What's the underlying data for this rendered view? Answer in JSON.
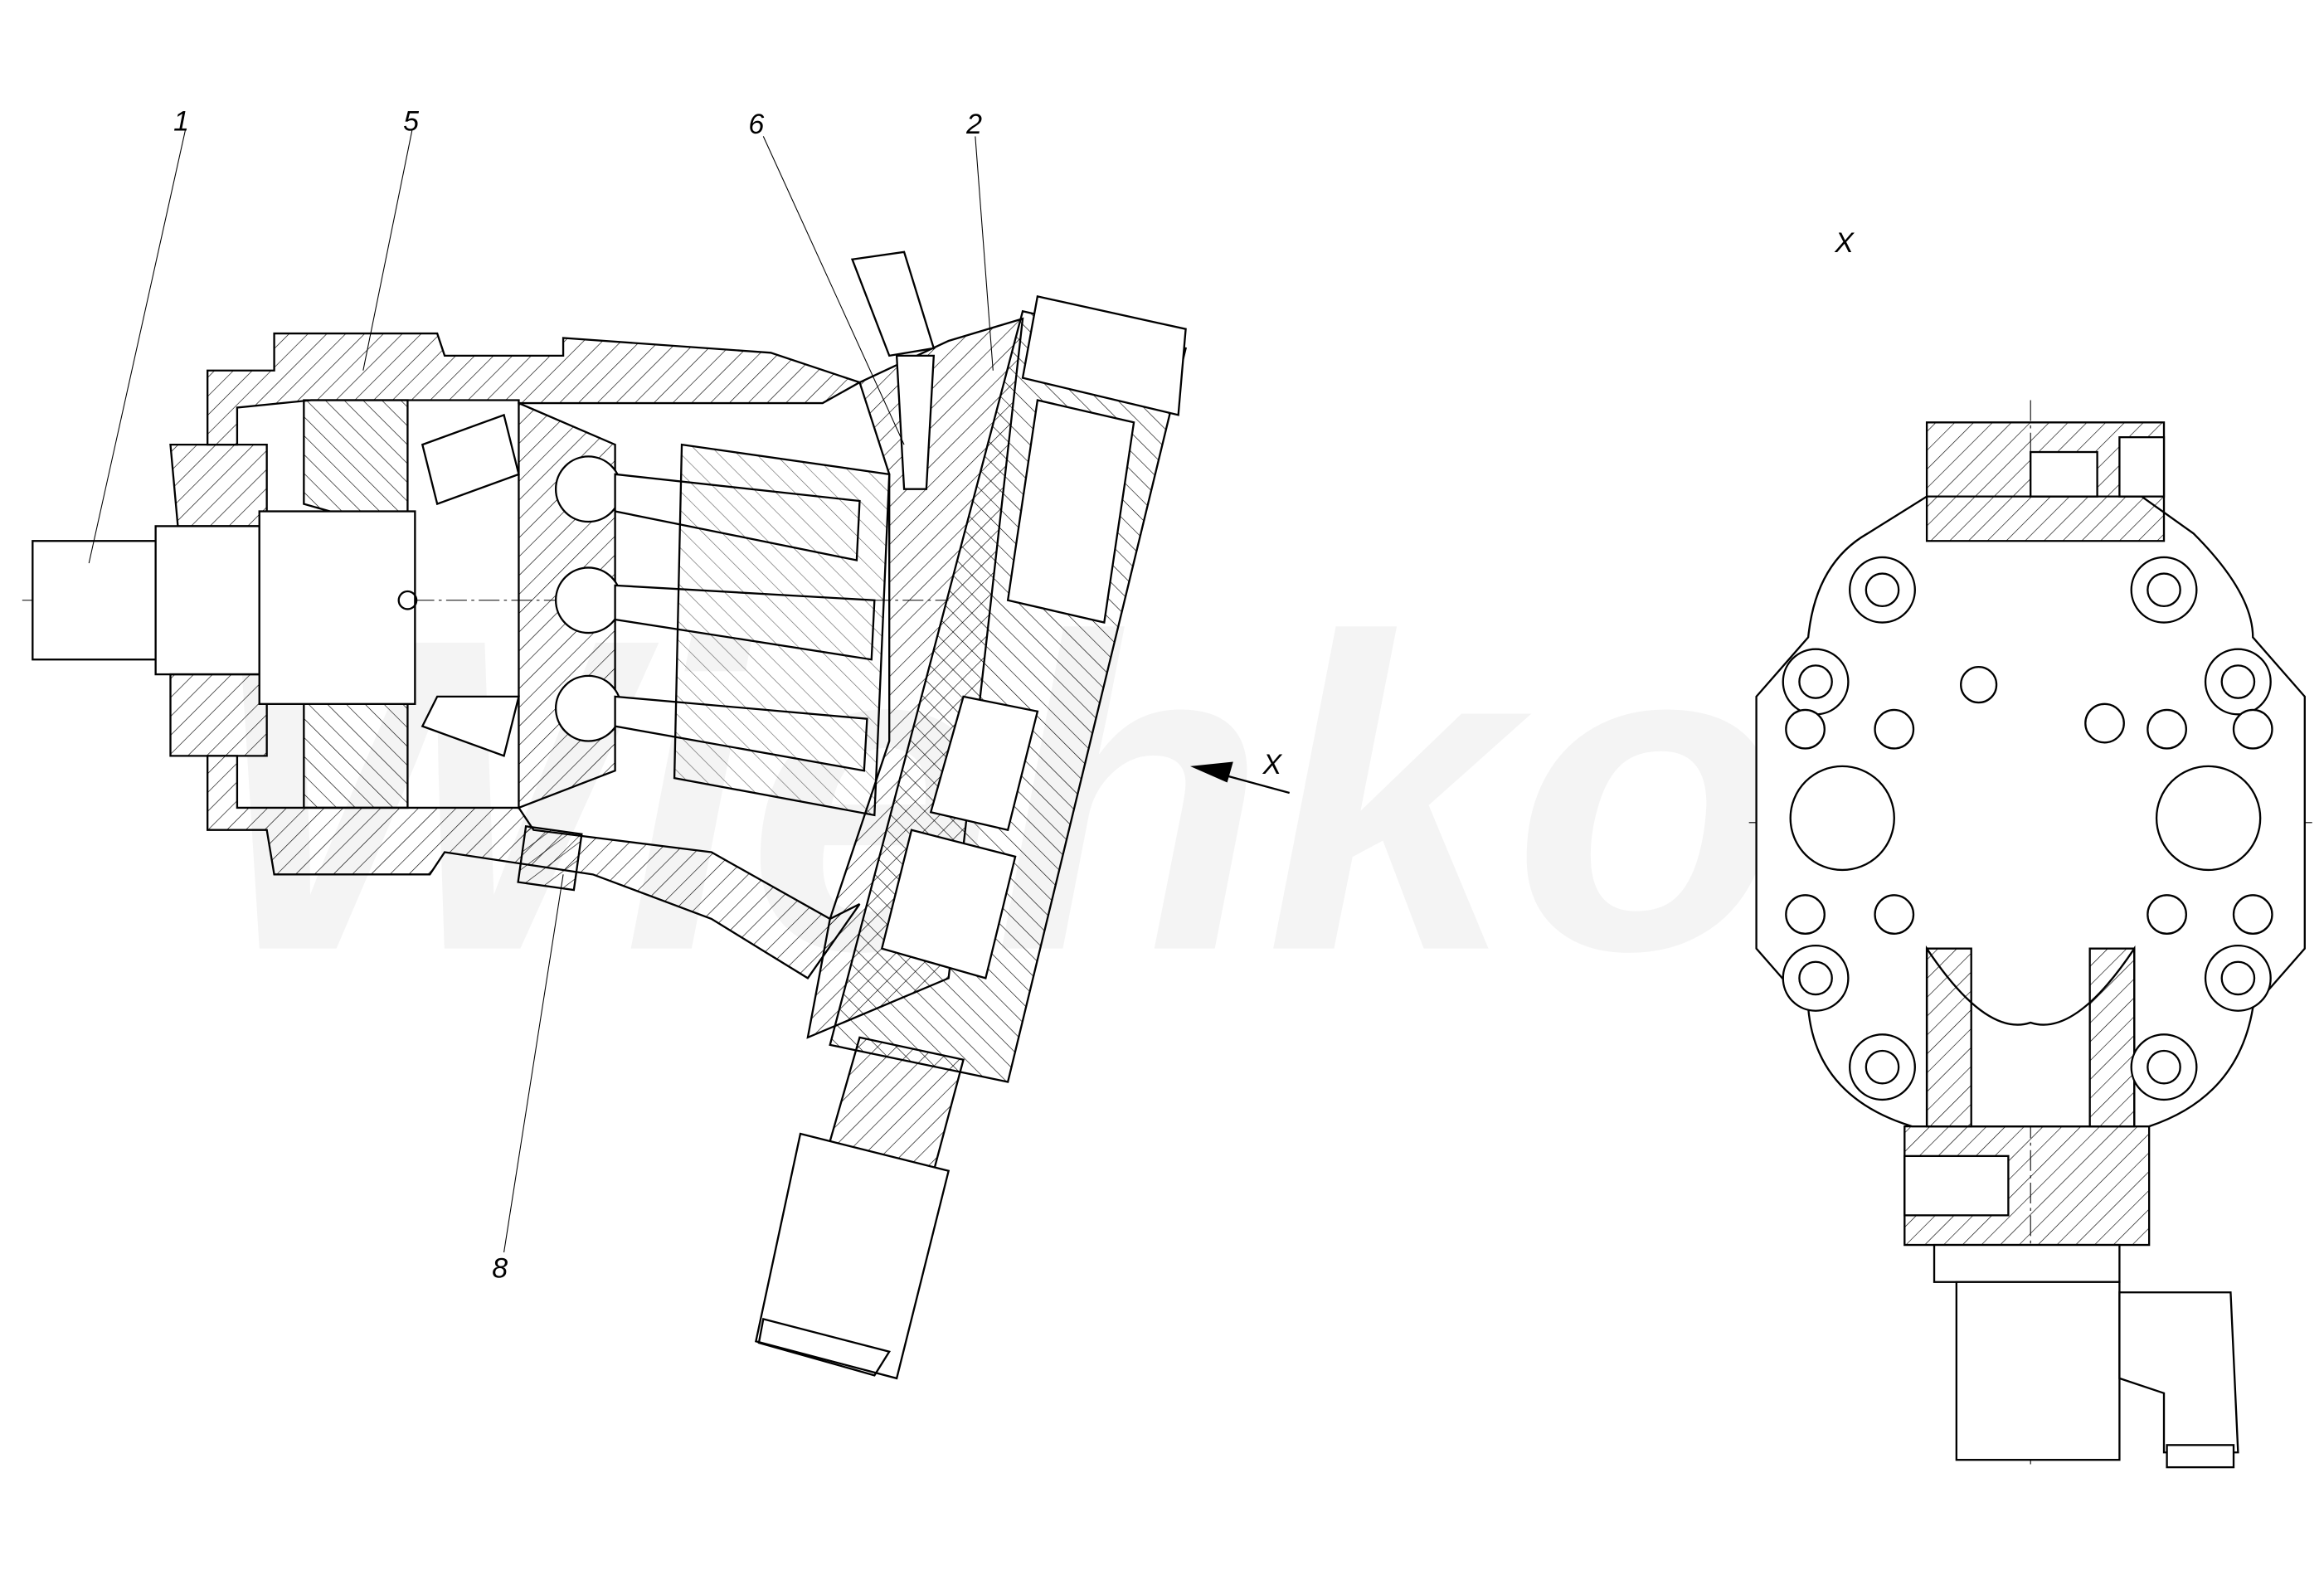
{
  "drawing": {
    "callouts": {
      "c1": "1",
      "c5": "5",
      "c6": "6",
      "c2": "2",
      "c8": "8"
    },
    "view_arrow_label": "X",
    "view_title": "X"
  },
  "watermark": "Wiehko"
}
